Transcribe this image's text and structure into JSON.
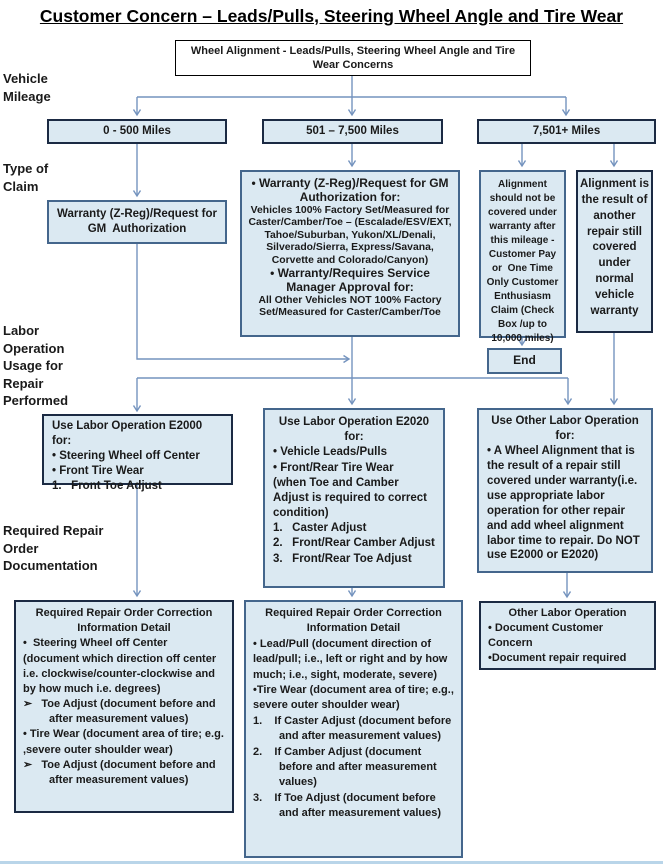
{
  "title": "Customer Concern – Leads/Pulls, Steering Wheel Angle and Tire Wear",
  "colors": {
    "box_fill": "#dbe9f2",
    "box_border_blue": "#44668c",
    "box_border_dark": "#1b2a43",
    "connector_blue": "#7493be",
    "bottom_rule": "#b9d5e9"
  },
  "side_labels": {
    "vehicle_mileage": "Vehicle Mileage",
    "type_of_claim": "Type of Claim",
    "labor_operation": "Labor Operation Usage for Repair Performed",
    "required_documentation": "Required Repair Order Documentation"
  },
  "root_box": {
    "text": "Wheel Alignment - Leads/Pulls, Steering Wheel Angle and Tire Wear Concerns"
  },
  "mileage": {
    "m1": "0 - 500 Miles",
    "m2": "501 – 7,500 Miles",
    "m3": "7,501+ Miles"
  },
  "claim_left": {
    "text": "Warranty (Z-Reg)/Request for GM  Authorization"
  },
  "claim_mid": {
    "b1": "• Warranty (Z-Reg)/Request for GM Authorization for:",
    "s1": "Vehicles 100% Factory Set/Measured for Caster/Camber/Toe – (Escalade/ESV/EXT, Tahoe/Suburban, Yukon/XL/Denali, Silverado/Sierra, Express/Savana,  Corvette and Colorado/Canyon)",
    "b2": "• Warranty/Requires Service Manager Approval for:",
    "s2": "All Other Vehicles NOT 100% Factory Set/Measured for Caster/Camber/Toe"
  },
  "claim_right1": {
    "text": "Alignment should not be covered under warranty after this mileage - Customer Pay or  One Time Only Customer Enthusiasm Claim (Check Box /up to 10,000 miles)"
  },
  "claim_right2": {
    "text": "Alignment is the result of another repair still covered under normal vehicle warranty"
  },
  "end_box": {
    "text": "End"
  },
  "labor_left": {
    "heading": "Use Labor Operation E2000 for:",
    "lines": [
      "• Steering Wheel off Center",
      "• Front Tire Wear",
      "1.   Front Toe Adjust"
    ]
  },
  "labor_mid": {
    "heading": "Use Labor Operation E2020 for:",
    "lines": [
      "• Vehicle Leads/Pulls",
      "• Front/Rear Tire Wear",
      "(when Toe and Camber Adjust is required to correct condition)",
      "1.   Caster Adjust",
      "2.   Front/Rear Camber Adjust",
      "3.   Front/Rear Toe Adjust"
    ]
  },
  "labor_right": {
    "heading": "Use Other Labor Operation for:",
    "lines": [
      "• A Wheel Alignment that is the result of a repair still covered under warranty(i.e. use appropriate labor operation for other repair and add wheel alignment labor time to repair. Do NOT use E2000 or E2020)"
    ]
  },
  "doc_left": {
    "heading": "Required Repair Order Correction Information Detail",
    "lines": [
      "•  Steering Wheel off Center (document which direction off center i.e. clockwise/counter-clockwise and by how much i.e. degrees)",
      "➢   Toe Adjust (document before and after measurement values)",
      "• Tire Wear (document area of tire; e.g. ,severe outer shoulder wear)",
      "➢   Toe Adjust (document before and after measurement values)"
    ]
  },
  "doc_mid": {
    "heading": "Required Repair Order Correction Information Detail",
    "lines": [
      "• Lead/Pull (document direction of lead/pull; i.e., left or right and by how much; i.e., sight, moderate, severe)",
      "•Tire Wear (document area of tire; e.g., severe outer shoulder wear)",
      "1.    If Caster Adjust (document before and after measurement values)",
      "2.    If Camber Adjust (document before and after measurement values)",
      "3.    If Toe Adjust (document before and after measurement values)"
    ]
  },
  "doc_right": {
    "heading": "Other Labor Operation",
    "lines": [
      "• Document Customer Concern",
      "•Document repair required"
    ]
  }
}
